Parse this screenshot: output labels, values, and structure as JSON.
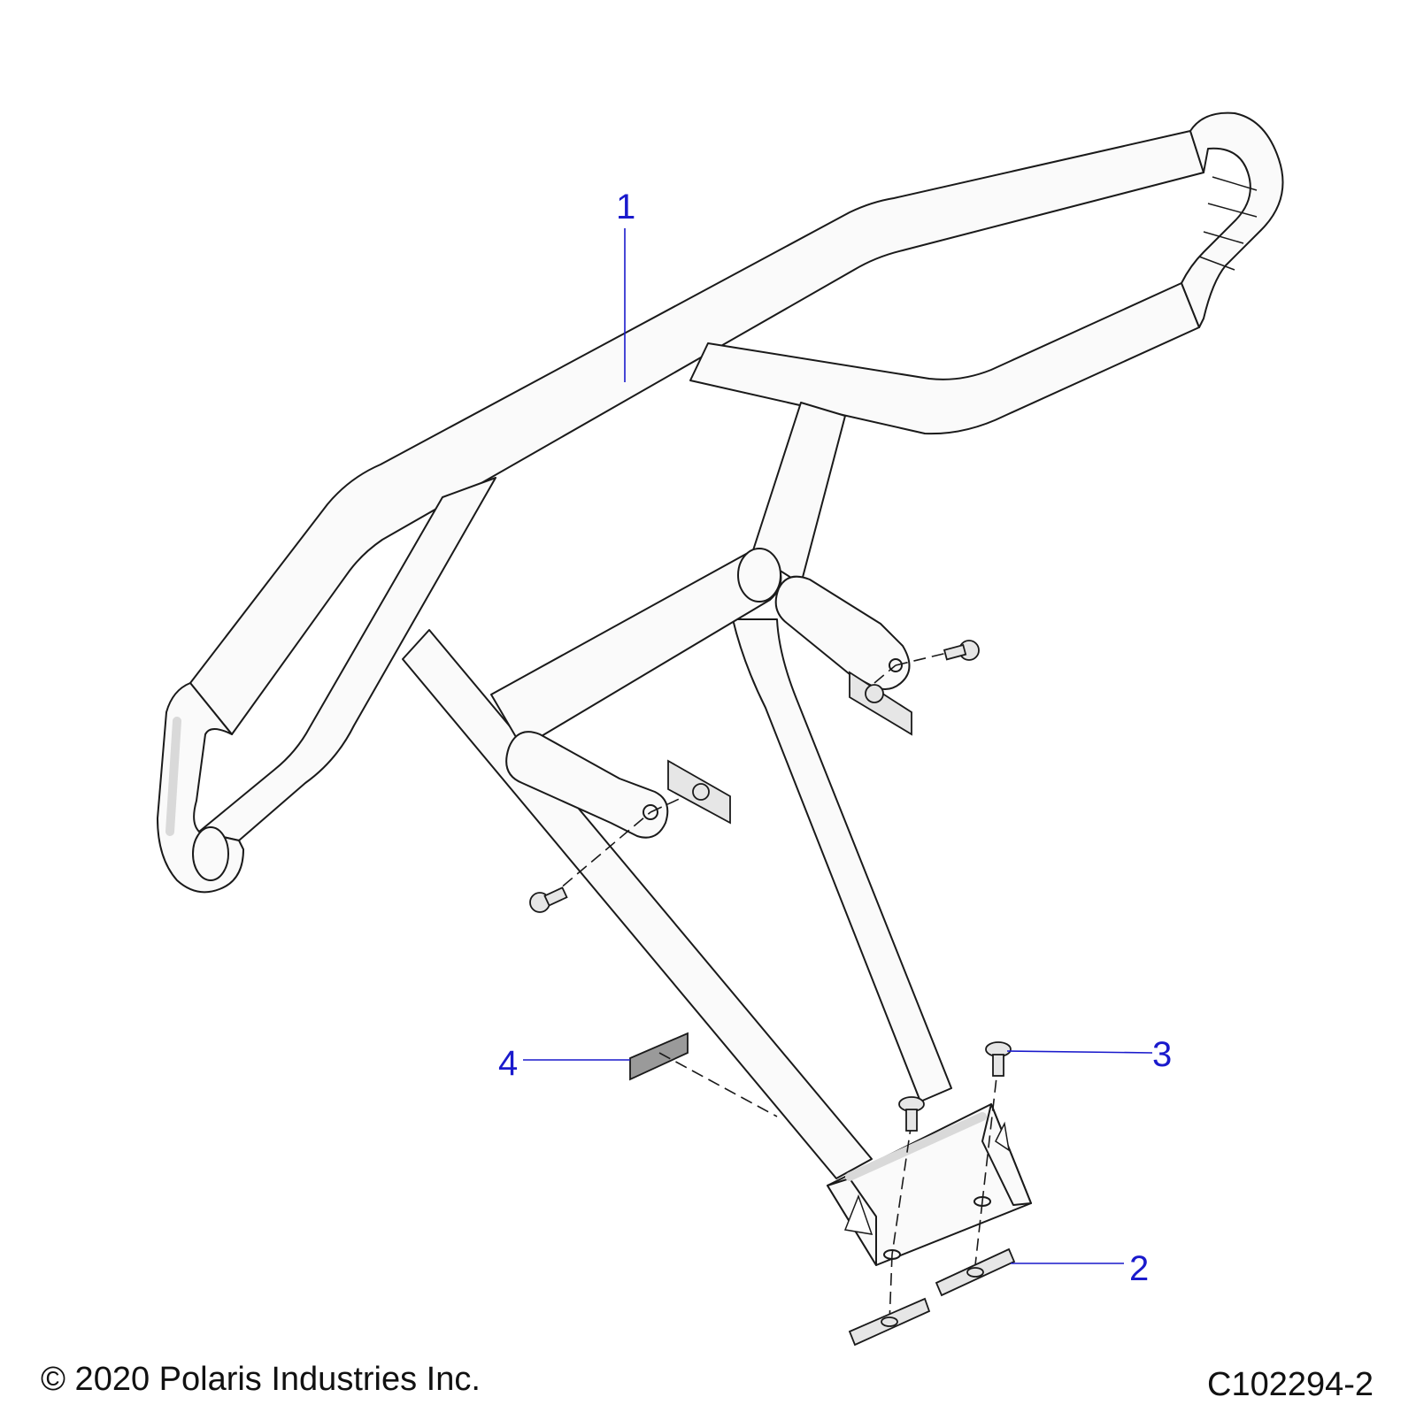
{
  "callouts": [
    {
      "id": "1",
      "label": "1"
    },
    {
      "id": "2",
      "label": "2"
    },
    {
      "id": "3",
      "label": "3"
    },
    {
      "id": "4",
      "label": "4"
    }
  ],
  "footer": {
    "copyright": "© 2020 Polaris Industries Inc.",
    "drawing_number": "C102294-2"
  },
  "colors": {
    "callout": "#1a1acc",
    "line": "#1a1a1a",
    "part_fill": "#fafafa"
  }
}
